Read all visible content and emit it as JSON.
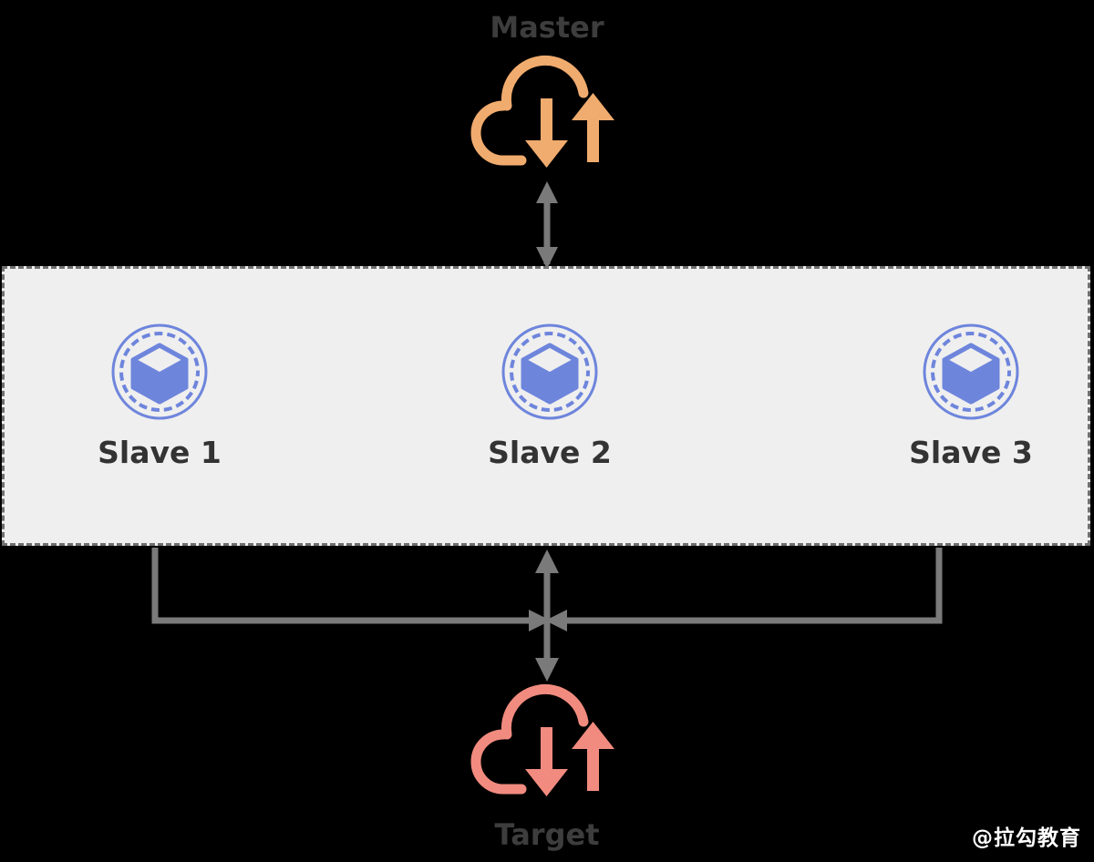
{
  "diagram": {
    "title": "Master-Slave cluster replication to Target",
    "background_color": "#000000",
    "nodes": {
      "master": {
        "label": "Master",
        "icon": "cloud-sync-icon",
        "icon_color": "#f0ab6e",
        "label_color": "#3d3d3d"
      },
      "target": {
        "label": "Target",
        "icon": "cloud-sync-icon",
        "icon_color": "#f18b7f",
        "label_color": "#3d3d3d"
      }
    },
    "cluster": {
      "name": "slave-cluster",
      "fill_color": "#efefef",
      "border_color": "#6f6f6f",
      "border_style": "dashed",
      "slaves": [
        {
          "label": "Slave 1",
          "icon": "cube-node-icon",
          "icon_color": "#6e85dc"
        },
        {
          "label": "Slave 2",
          "icon": "cube-node-icon",
          "icon_color": "#6e85dc"
        },
        {
          "label": "Slave 3",
          "icon": "cube-node-icon",
          "icon_color": "#6e85dc"
        }
      ]
    },
    "connectors": {
      "color": "#7a7a7a",
      "master_to_cluster": "bidirectional",
      "cluster_to_target": "bidirectional"
    }
  },
  "watermark": {
    "text": "@拉勾教育",
    "color": "#ffffff"
  }
}
